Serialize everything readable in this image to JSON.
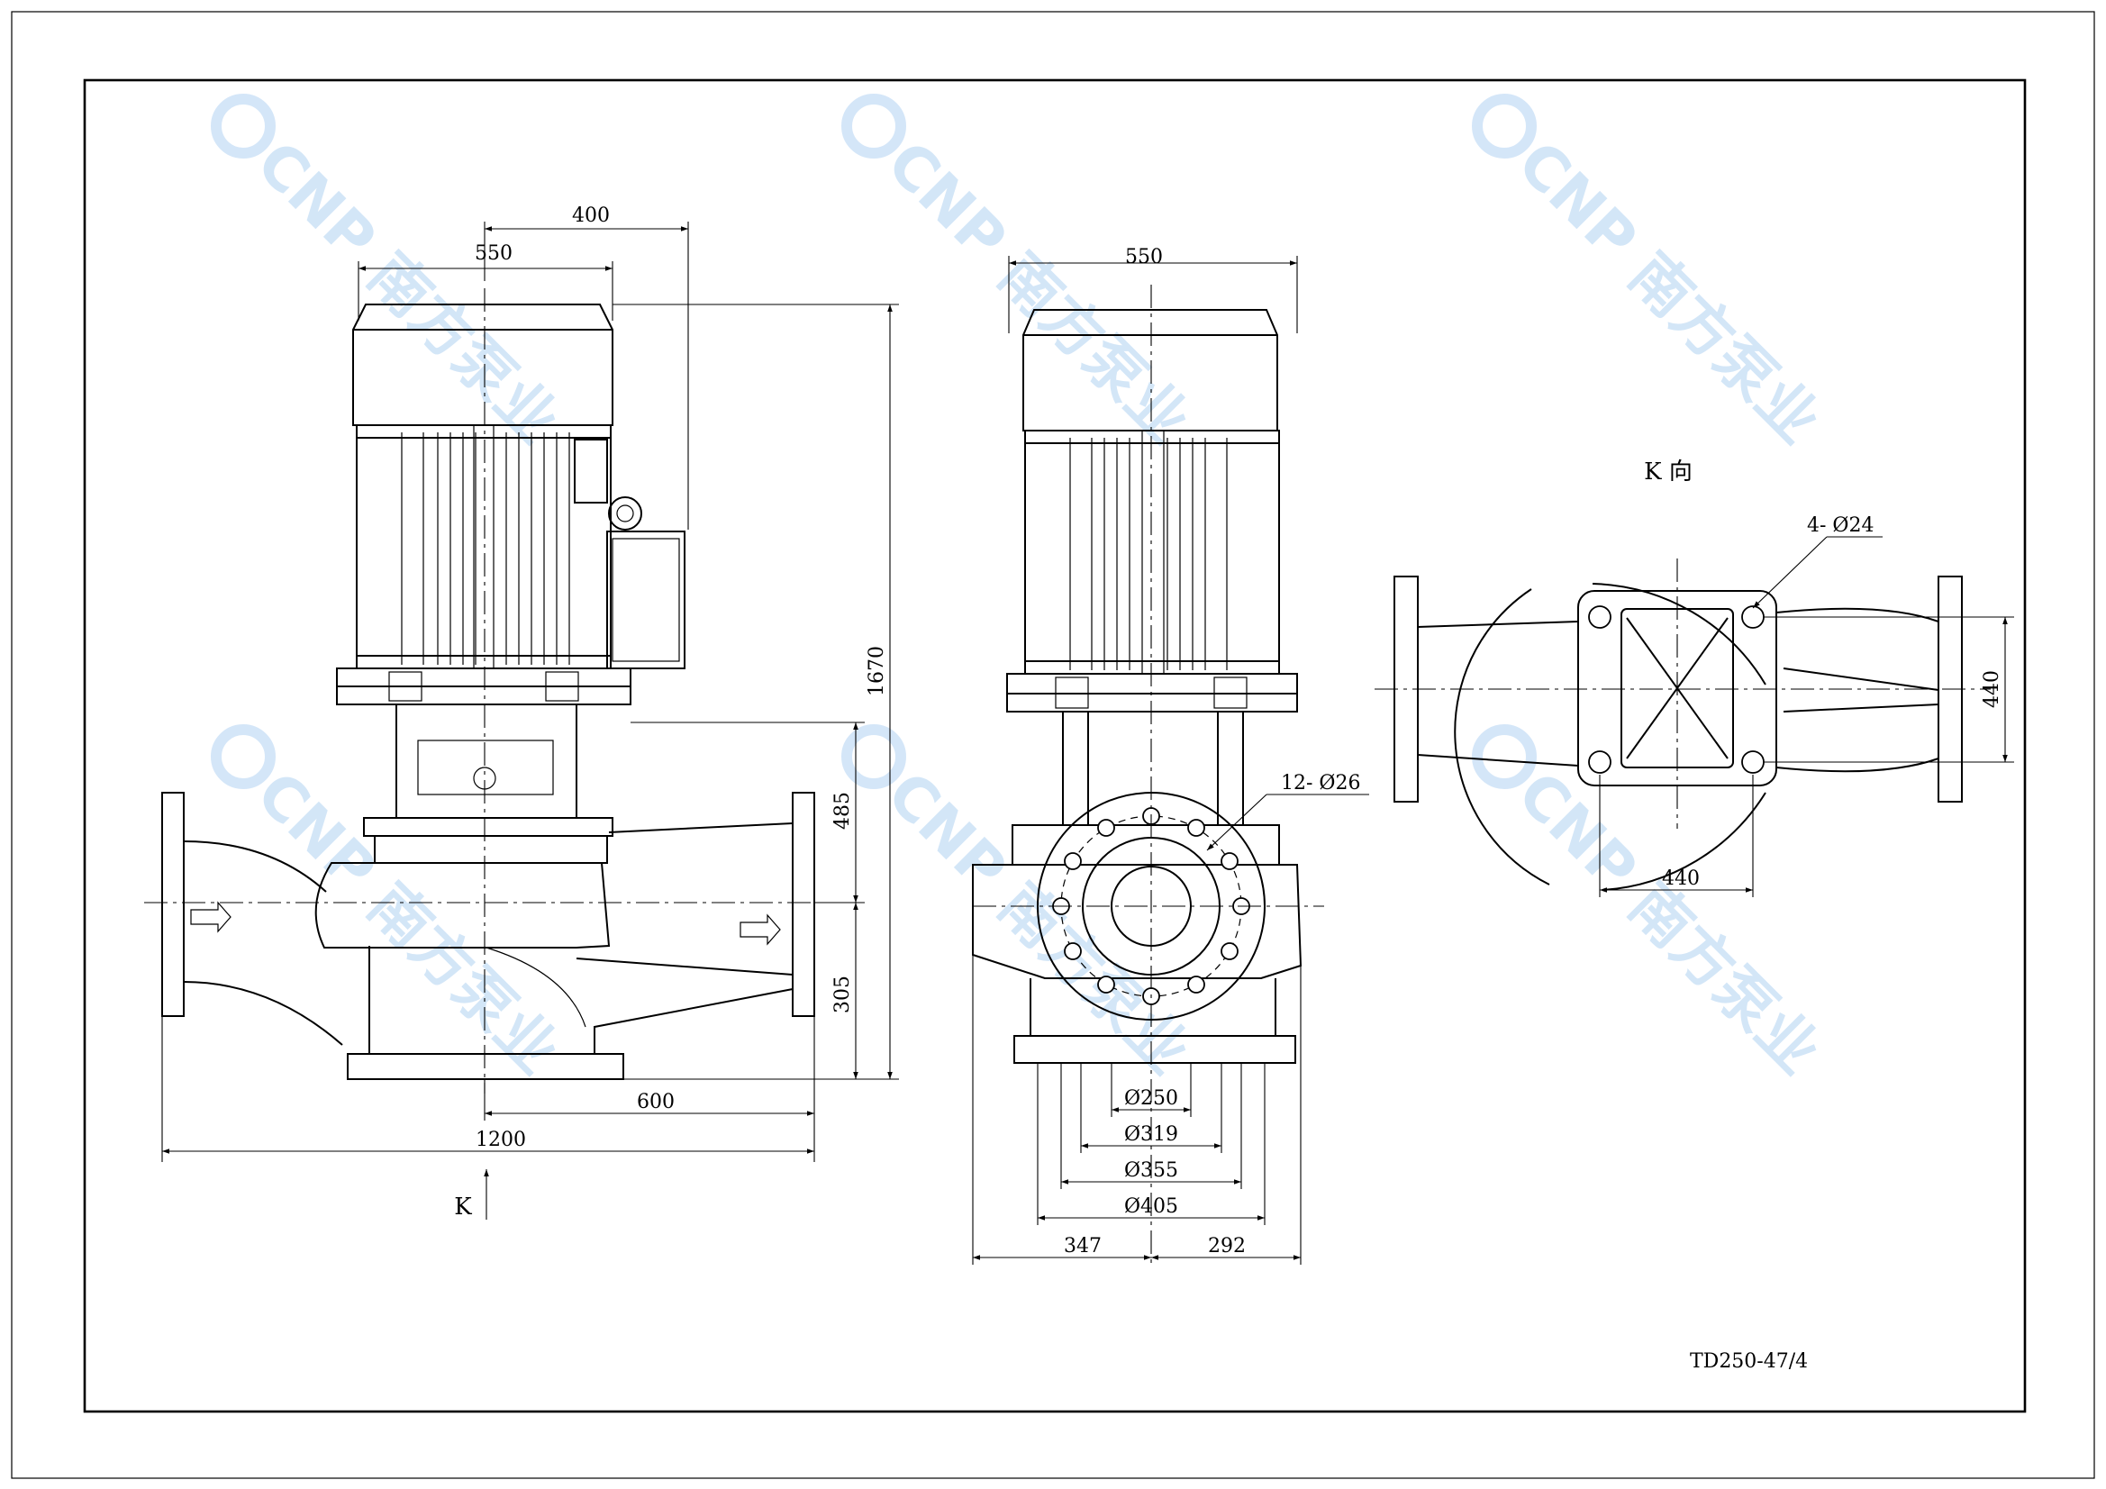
{
  "model": "TD250-47/4",
  "watermark": {
    "brand": "CNP",
    "name": "南方泵业",
    "color": "#9fc8ef"
  },
  "view_k": {
    "title": "K 向",
    "arrow_label": "K"
  },
  "side_view": {
    "dim_550": "550",
    "dim_400": "400",
    "dim_1670": "1670",
    "dim_485": "485",
    "dim_305": "305",
    "dim_600": "600",
    "dim_1200": "1200"
  },
  "front_view": {
    "dim_550": "550",
    "holes": "12- Ø26",
    "d250": "Ø250",
    "d319": "Ø319",
    "d355": "Ø355",
    "d405": "Ø405",
    "dim_347": "347",
    "dim_292": "292"
  },
  "k_view": {
    "holes": "4- Ø24",
    "dim_440_h": "440",
    "dim_440_v": "440"
  }
}
